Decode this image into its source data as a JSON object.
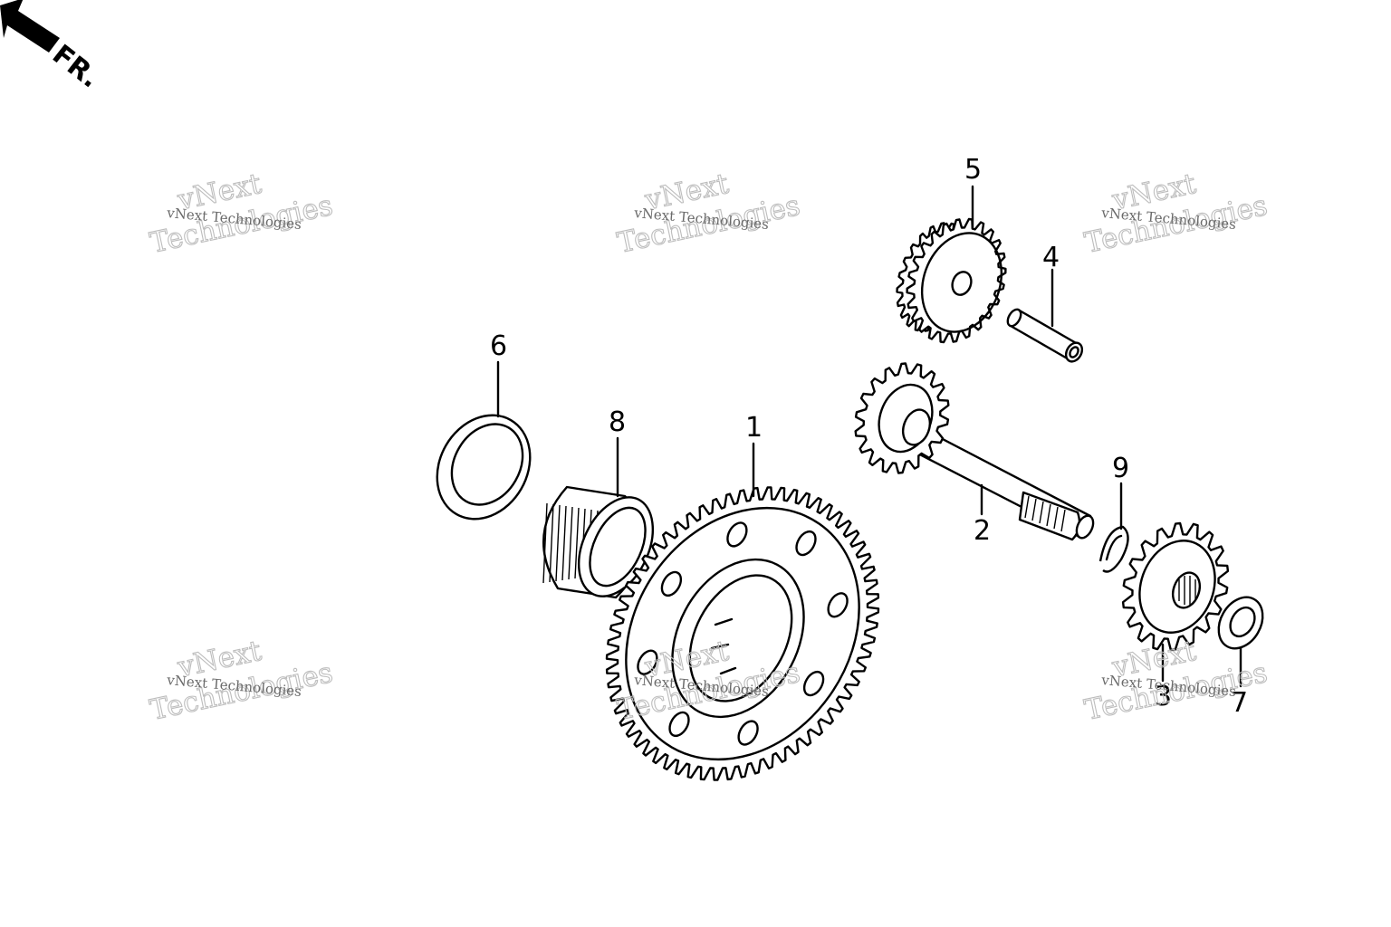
{
  "direction_marker": {
    "label": "FR.",
    "icon": "arrow-icon"
  },
  "callouts": [
    {
      "number": "1",
      "part": "final-driven-gear"
    },
    {
      "number": "2",
      "part": "final-shaft"
    },
    {
      "number": "3",
      "part": "final-drive-gear"
    },
    {
      "number": "4",
      "part": "pin"
    },
    {
      "number": "5",
      "part": "idle-gear"
    },
    {
      "number": "6",
      "part": "thrust-washer"
    },
    {
      "number": "7",
      "part": "thrust-washer-small"
    },
    {
      "number": "8",
      "part": "needle-bearing"
    },
    {
      "number": "9",
      "part": "snap-ring"
    }
  ],
  "watermark": {
    "line_small": "vNext Technologies",
    "line_big_1": "vNext",
    "line_big_2": "Technologies"
  }
}
